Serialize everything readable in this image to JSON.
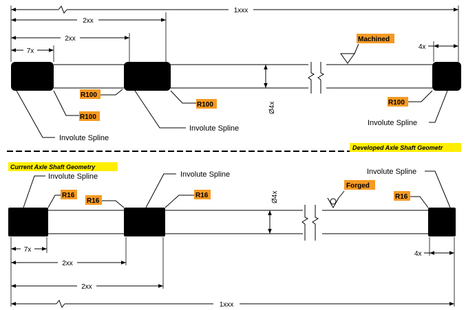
{
  "colors": {
    "tag_bg": "#f59a23",
    "banner_bg": "#ffee00",
    "spline_fill": "#000000"
  },
  "top": {
    "dim_overall": "1xxx",
    "dim_spline2_end": "2xx",
    "dim_spline2_start": "2xx",
    "dim_spline1": "7x",
    "dim_end": "4x",
    "diameter": "Ø4x",
    "surface_note": "Machined",
    "fillet_a": "R100",
    "fillet_b": "R100",
    "fillet_c": "R100",
    "fillet_d": "R100",
    "spline_label_1": "Involute Spline",
    "spline_label_2": "Involute Spline",
    "spline_label_3": "Involute Spline",
    "banner": "Developed Axle Shaft Geometr"
  },
  "bottom": {
    "banner": "Current Axle Shaft Geometry",
    "spline_label_1": "Involute Spline",
    "spline_label_2": "Involute Spline",
    "spline_label_3": "Involute Spline",
    "fillet_a": "R16",
    "fillet_b": "R16",
    "fillet_c": "R16",
    "fillet_d": "R16",
    "diameter": "Ø4x",
    "surface_note": "Forged",
    "dim_spline1": "7x",
    "dim_spline2_start": "2xx",
    "dim_spline2_end": "2xx",
    "dim_end": "4x",
    "dim_overall": "1xxx"
  }
}
